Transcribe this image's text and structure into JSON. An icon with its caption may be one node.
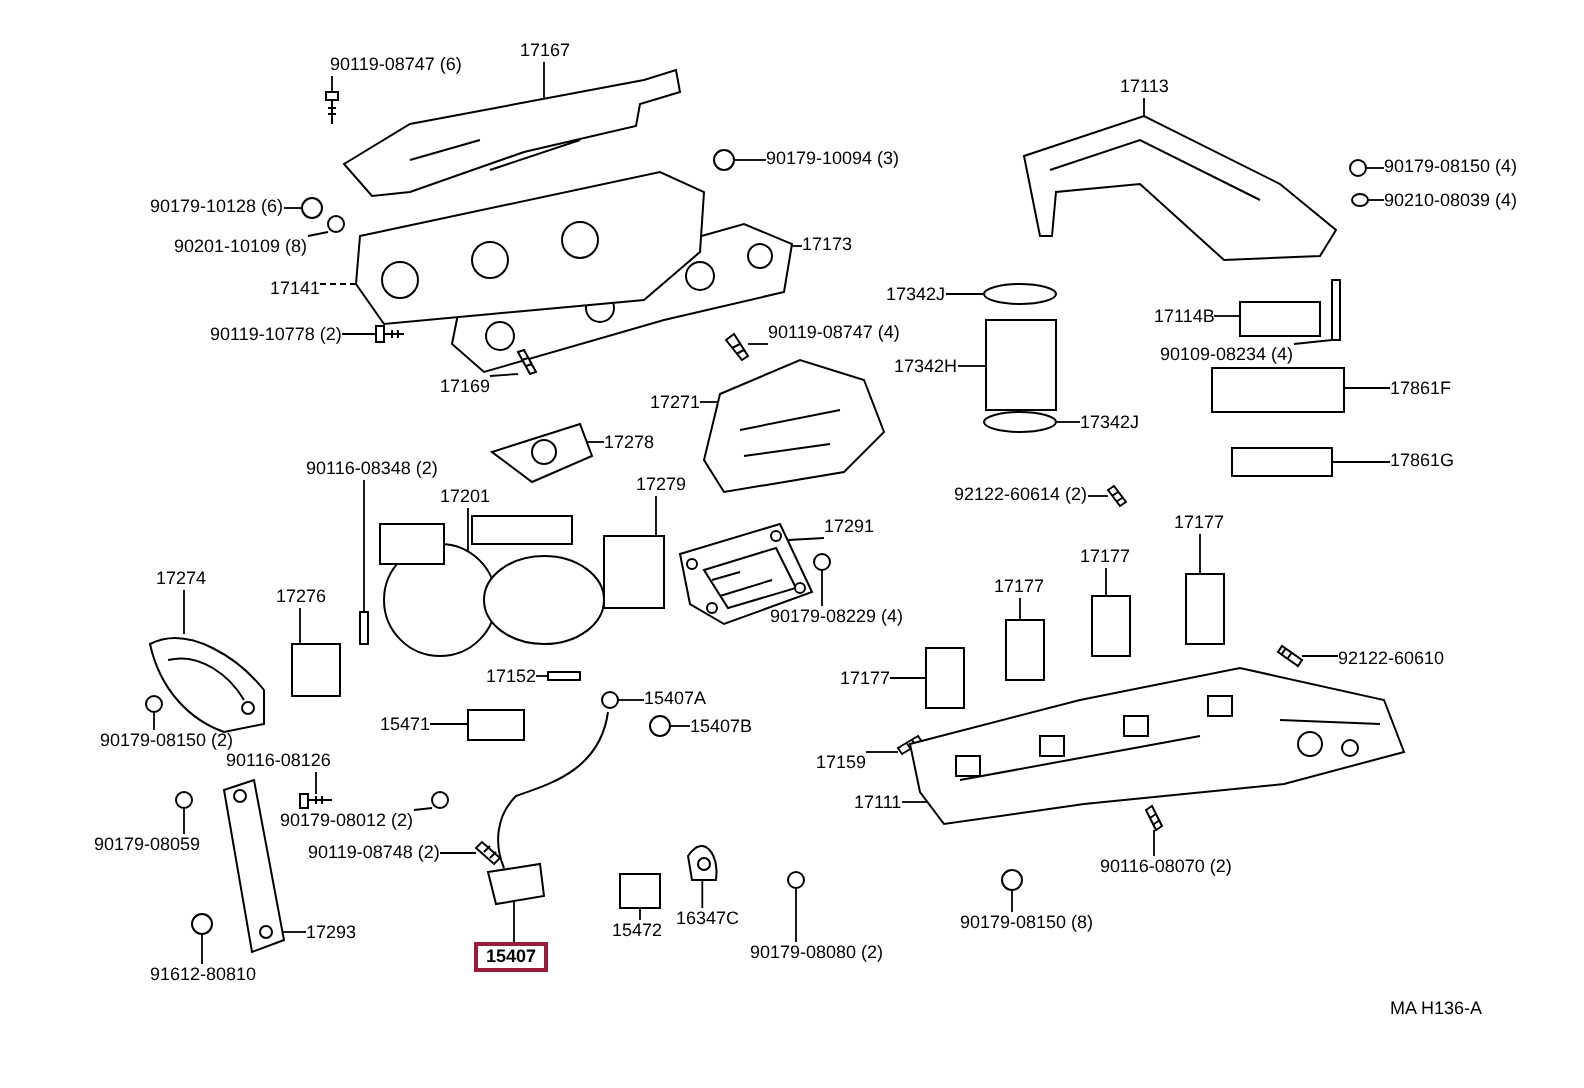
{
  "diagram": {
    "nodes": [
      {
        "text": [
          "17167"
        ]
      },
      {
        "text": [
          "90119-08747 (6)"
        ]
      },
      {
        "text": [
          "17113"
        ]
      },
      {
        "text": [
          "90179-10094 (3)"
        ]
      },
      {
        "text": [
          "90179-08150 (4)"
        ]
      },
      {
        "text": [
          "90210-08039 (4)"
        ]
      },
      {
        "text": [
          "90179-10128 (6)"
        ]
      },
      {
        "text": [
          "17173"
        ]
      },
      {
        "text": [
          "90201-10109 (8)"
        ]
      },
      {
        "text": [
          "17141"
        ]
      },
      {
        "text": [
          "17342J"
        ]
      },
      {
        "text": [
          "17114B"
        ]
      },
      {
        "text": [
          "90119-08747 (4)"
        ]
      },
      {
        "text": [
          "90119-10778 (2)"
        ]
      },
      {
        "text": [
          "90109-08234 (4)"
        ]
      },
      {
        "text": [
          "17342H"
        ]
      },
      {
        "text": [
          "17169"
        ]
      },
      {
        "text": [
          "17861F"
        ]
      },
      {
        "text": [
          "17271"
        ]
      },
      {
        "text": [
          "17342J"
        ]
      },
      {
        "text": [
          "17278"
        ]
      },
      {
        "text": [
          "17861G"
        ]
      },
      {
        "text": [
          "90116-08348 (2)"
        ]
      },
      {
        "text": [
          "17279"
        ]
      },
      {
        "text": [
          "92122-60614 (2)"
        ]
      },
      {
        "text": [
          "17201"
        ]
      },
      {
        "text": [
          "17177"
        ]
      },
      {
        "text": [
          "17291"
        ]
      },
      {
        "text": [
          "17177"
        ]
      },
      {
        "text": [
          "17274"
        ]
      },
      {
        "text": [
          "17177"
        ]
      },
      {
        "text": [
          "17276"
        ]
      },
      {
        "text": [
          "90179-08229 (4)"
        ]
      },
      {
        "text": [
          "92122-60610"
        ]
      },
      {
        "text": [
          "17177"
        ]
      },
      {
        "text": [
          "15407A"
        ]
      },
      {
        "text": [
          "15471"
        ]
      },
      {
        "text": [
          "15407B"
        ]
      },
      {
        "text": [
          "17152"
        ]
      },
      {
        "text": [
          "90179-08150 (2)"
        ]
      },
      {
        "text": [
          "90116-08126"
        ]
      },
      {
        "text": [
          "17159"
        ]
      },
      {
        "text": [
          "17111"
        ]
      },
      {
        "text": [
          "90179-08012 (2)"
        ]
      },
      {
        "text": [
          "90179-08059"
        ]
      },
      {
        "text": [
          "90119-08748 (2)"
        ]
      },
      {
        "text": [
          "90116-08070 (2)"
        ]
      },
      {
        "text": [
          "16347C"
        ]
      },
      {
        "text": [
          "90179-08150 (8)"
        ]
      },
      {
        "text": [
          "15472"
        ]
      },
      {
        "text": [
          "17293"
        ]
      },
      {
        "text": [
          "15407"
        ]
      },
      {
        "text": [
          "90179-08080 (2)"
        ]
      },
      {
        "text": [
          "91612-80810"
        ]
      },
      {
        "text": [],
        "shape": "picture"
      },
      {
        "text": [],
        "shape": "picture"
      },
      {
        "text": [],
        "shape": "picture"
      },
      {
        "text": [],
        "shape": "circle"
      },
      {
        "text": [],
        "shape": "circle"
      },
      {
        "text": [],
        "shape": "circle"
      },
      {
        "text": [],
        "shape": "circle"
      },
      {
        "text": [],
        "shape": "picture"
      },
      {
        "text": [],
        "shape": "circle"
      },
      {
        "text": [],
        "shape": "picture"
      },
      {
        "text": [],
        "shape": "circle"
      },
      {
        "text": [],
        "shape": "box"
      },
      {
        "text": [],
        "shape": "picture"
      },
      {
        "text": [],
        "shape": "picture"
      },
      {
        "text": [],
        "shape": "box"
      },
      {
        "text": [],
        "shape": "box"
      },
      {
        "text": [],
        "shape": "picture"
      },
      {
        "text": [],
        "shape": "box"
      },
      {
        "text": [],
        "shape": "picture"
      },
      {
        "text": [],
        "shape": "circle"
      },
      {
        "text": [],
        "shape": "picture"
      },
      {
        "text": [],
        "shape": "box"
      },
      {
        "text": [],
        "shape": "box"
      },
      {
        "text": [],
        "shape": "box"
      },
      {
        "text": [],
        "shape": "picture"
      },
      {
        "text": [],
        "shape": "picture"
      },
      {
        "text": [],
        "shape": "box"
      },
      {
        "text": [],
        "shape": "picture"
      },
      {
        "text": [],
        "shape": "box"
      },
      {
        "text": [],
        "shape": "picture"
      },
      {
        "text": [],
        "shape": "box"
      },
      {
        "text": [],
        "shape": "box"
      },
      {
        "text": [],
        "shape": "circle"
      },
      {
        "text": [],
        "shape": "picture"
      },
      {
        "text": [],
        "shape": "box"
      },
      {
        "text": [],
        "shape": "circle"
      },
      {
        "text": [],
        "shape": "box"
      },
      {
        "text": [],
        "shape": "circle"
      },
      {
        "text": [],
        "shape": "box"
      },
      {
        "text": [],
        "shape": "circle"
      },
      {
        "text": [],
        "shape": "picture"
      },
      {
        "text": [],
        "shape": "picture"
      },
      {
        "text": [],
        "shape": "picture"
      },
      {
        "text": [],
        "shape": "circle"
      },
      {
        "text": [],
        "shape": "circle"
      },
      {
        "text": [],
        "shape": "picture"
      },
      {
        "text": [],
        "shape": "picture"
      },
      {
        "text": [],
        "shape": "picture"
      },
      {
        "text": [],
        "shape": "circle"
      },
      {
        "text": [],
        "shape": "box"
      },
      {
        "text": [],
        "shape": "picture"
      },
      {
        "text": [],
        "shape": "picture"
      },
      {
        "text": [],
        "shape": "circle"
      },
      {
        "text": [],
        "shape": "circle"
      }
    ],
    "edges": [
      {
        "from": 0,
        "to": 54,
        "arrow": "none"
      },
      {
        "from": 1,
        "to": 55,
        "arrow": "none"
      },
      {
        "from": 2,
        "to": 56,
        "arrow": "none"
      },
      {
        "from": 3,
        "to": 57,
        "arrow": "none"
      },
      {
        "from": 4,
        "to": 58,
        "arrow": "none"
      },
      {
        "from": 5,
        "to": 59,
        "arrow": "none"
      },
      {
        "from": 6,
        "to": 60,
        "arrow": "none"
      },
      {
        "from": 7,
        "to": 61,
        "arrow": "none"
      },
      {
        "from": 8,
        "to": 62,
        "arrow": "none"
      },
      {
        "from": 9,
        "to": 63,
        "arrow": "none",
        "style": "dashed"
      },
      {
        "from": 10,
        "to": 64,
        "arrow": "none"
      },
      {
        "from": 11,
        "to": 65,
        "arrow": "none"
      },
      {
        "from": 12,
        "to": 66,
        "arrow": "none"
      },
      {
        "from": 13,
        "to": 67,
        "arrow": "none"
      },
      {
        "from": 14,
        "to": 68,
        "arrow": "none"
      },
      {
        "from": 15,
        "to": 69,
        "arrow": "none"
      },
      {
        "from": 16,
        "to": 70,
        "arrow": "none"
      },
      {
        "from": 17,
        "to": 71,
        "arrow": "none"
      },
      {
        "from": 18,
        "to": 72,
        "arrow": "none"
      },
      {
        "from": 19,
        "to": 73,
        "arrow": "none"
      },
      {
        "from": 20,
        "to": 74,
        "arrow": "none"
      },
      {
        "from": 21,
        "to": 75,
        "arrow": "none"
      },
      {
        "from": 22,
        "to": 76,
        "arrow": "none"
      },
      {
        "from": 23,
        "to": 77,
        "arrow": "none"
      },
      {
        "from": 24,
        "to": 78,
        "arrow": "none"
      },
      {
        "from": 25,
        "to": 79,
        "arrow": "none"
      },
      {
        "from": 26,
        "to": 80,
        "arrow": "none"
      },
      {
        "from": 27,
        "to": 81,
        "arrow": "none"
      },
      {
        "from": 28,
        "to": 82,
        "arrow": "none"
      },
      {
        "from": 29,
        "to": 83,
        "arrow": "none"
      },
      {
        "from": 30,
        "to": 84,
        "arrow": "none"
      },
      {
        "from": 31,
        "to": 85,
        "arrow": "none"
      },
      {
        "from": 32,
        "to": 86,
        "arrow": "none"
      },
      {
        "from": 33,
        "to": 87,
        "arrow": "none"
      },
      {
        "from": 34,
        "to": 88,
        "arrow": "none"
      },
      {
        "from": 35,
        "to": 89,
        "arrow": "none"
      },
      {
        "from": 36,
        "to": 90,
        "arrow": "none"
      },
      {
        "from": 37,
        "to": 91,
        "arrow": "none"
      },
      {
        "from": 38,
        "to": 92,
        "arrow": "none"
      },
      {
        "from": 39,
        "to": 93,
        "arrow": "none"
      },
      {
        "from": 40,
        "to": 94,
        "arrow": "none"
      },
      {
        "from": 41,
        "to": 95,
        "arrow": "none"
      },
      {
        "from": 42,
        "to": 96,
        "arrow": "none"
      },
      {
        "from": 43,
        "to": 97,
        "arrow": "none"
      },
      {
        "from": 44,
        "to": 98,
        "arrow": "none"
      },
      {
        "from": 45,
        "to": 99,
        "arrow": "none"
      },
      {
        "from": 46,
        "to": 100,
        "arrow": "none"
      },
      {
        "from": 47,
        "to": 101,
        "arrow": "none"
      },
      {
        "from": 48,
        "to": 102,
        "arrow": "none"
      },
      {
        "from": 49,
        "to": 103,
        "arrow": "none"
      },
      {
        "from": 50,
        "to": 104,
        "arrow": "none"
      },
      {
        "from": 51,
        "to": 105,
        "arrow": "none"
      },
      {
        "from": 52,
        "to": 106,
        "arrow": "none"
      },
      {
        "from": 53,
        "to": 107,
        "arrow": "none"
      }
    ],
    "labels": [
      "MA H136-A"
    ]
  }
}
